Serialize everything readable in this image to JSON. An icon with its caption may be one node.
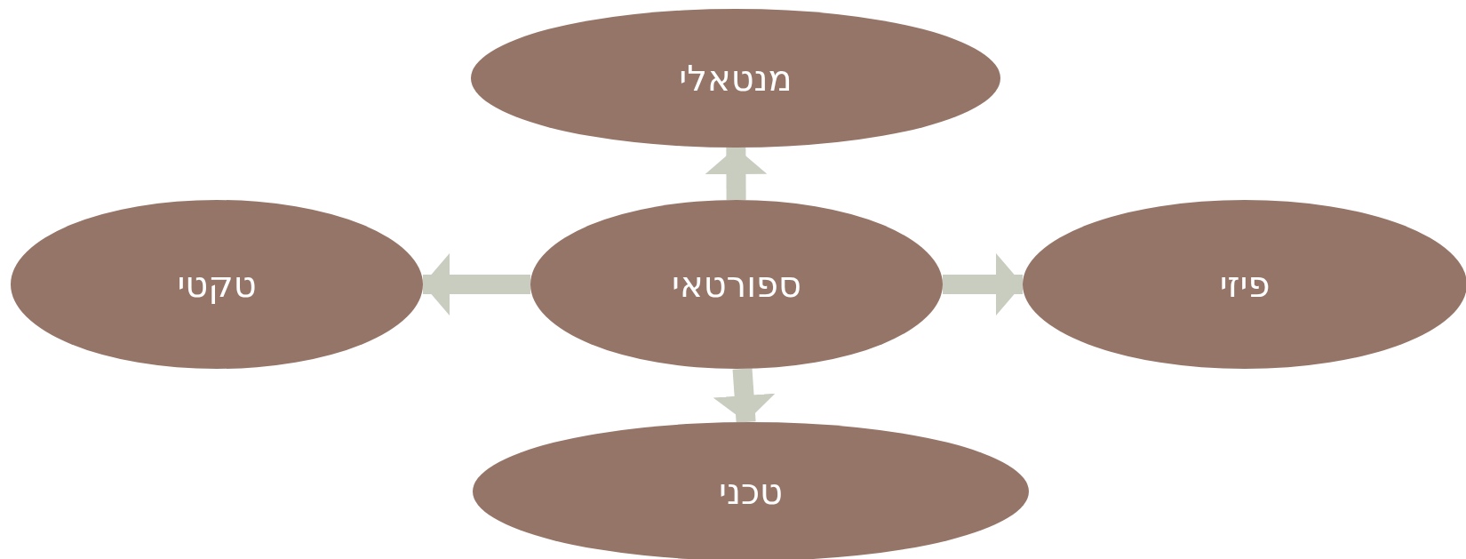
{
  "diagram": {
    "nodes": [
      {
        "text": [
          "מנטאלי"
        ]
      },
      {
        "text": [
          "טקטי"
        ]
      },
      {
        "text": [
          "ספורטאי"
        ]
      },
      {
        "text": [
          "פיזי"
        ]
      },
      {
        "text": [
          "טכני"
        ]
      }
    ],
    "edges": [
      {
        "from": 2,
        "to": 0,
        "arrow": "to"
      },
      {
        "from": 2,
        "to": 1,
        "arrow": "to"
      },
      {
        "from": 2,
        "to": 3,
        "arrow": "to"
      },
      {
        "from": 2,
        "to": 4,
        "arrow": "to"
      }
    ]
  }
}
